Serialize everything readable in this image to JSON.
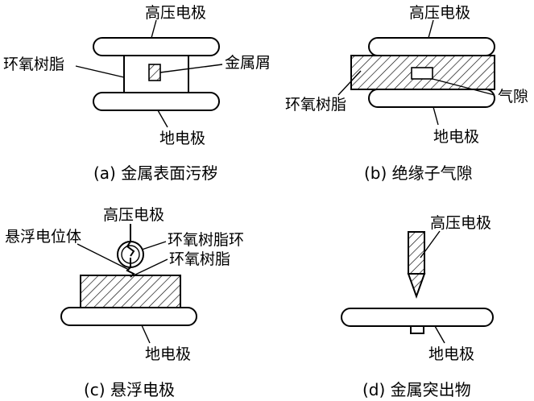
{
  "panels": {
    "a": {
      "caption": "(a) 金属表面污秽",
      "label_hv": "高压电极",
      "label_resin": "环氧树脂",
      "label_metal": "金属屑",
      "label_ground": "地电极"
    },
    "b": {
      "caption": "(b) 绝缘子气隙",
      "label_hv": "高压电极",
      "label_resin": "环氧树脂",
      "label_gap": "气隙",
      "label_ground": "地电极"
    },
    "c": {
      "caption": "(c) 悬浮电极",
      "label_hv": "高压电极",
      "label_float": "悬浮电位体",
      "label_ring": "环氧树脂环",
      "label_resin": "环氧树脂",
      "label_ground": "地电极"
    },
    "d": {
      "caption": "(d) 金属突出物",
      "label_hv": "高压电极",
      "label_ground": "地电极"
    }
  }
}
